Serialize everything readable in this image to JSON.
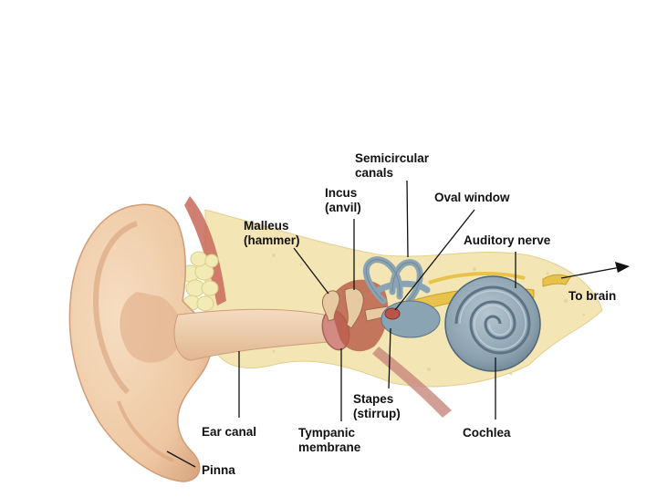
{
  "labels": {
    "semicircular": {
      "line1": "Semicircular",
      "line2": "canals"
    },
    "incus": {
      "line1": "Incus",
      "line2": "(anvil)"
    },
    "oval_window": "Oval window",
    "malleus": {
      "line1": "Malleus",
      "line2": "(hammer)"
    },
    "auditory_nerve": "Auditory nerve",
    "to_brain": "To brain",
    "stapes": {
      "line1": "Stapes",
      "line2": "(stirrup)"
    },
    "ear_canal": "Ear canal",
    "tympanic": {
      "line1": "Tympanic",
      "line2": "membrane"
    },
    "cochlea": "Cochlea",
    "pinna": "Pinna"
  },
  "colors": {
    "skin": "#f2d2b0",
    "skin_shadow": "#d9a982",
    "bone": "#f3e6b4",
    "fat": "#f2ebb6",
    "muscle": "#c8685a",
    "inner_ear": "#8aa4b4",
    "nerve": "#e8c24a",
    "ossicle": "#a84b3a",
    "tympanic": "#d28a82",
    "line": "#111111"
  }
}
